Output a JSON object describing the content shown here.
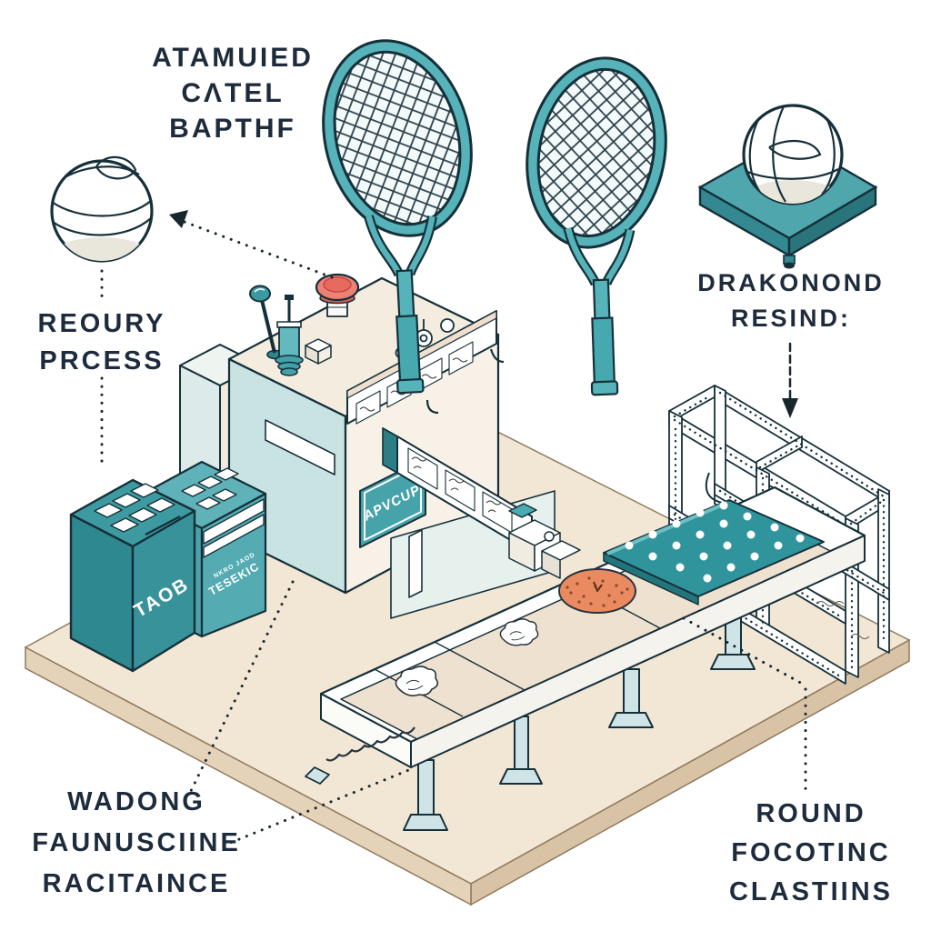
{
  "scene": {
    "labels": {
      "atamuied": {
        "line1": "ATAMUIED",
        "line2": "CΛTEL",
        "line3": "BAPTHF"
      },
      "reoury": {
        "line1": "REOURY",
        "line2": "PRCESS"
      },
      "drakonond": {
        "line1": "DRAKONOND",
        "line2": "RESIND:"
      },
      "wadong": {
        "line1": "WADONG",
        "line2": "FAUNUSCIINE",
        "line3": "RACITAINCE"
      },
      "round": {
        "line1": "ROUND",
        "line2": "FOCOTINC",
        "line3": "CLASTIINS"
      }
    },
    "machine": {
      "cabinet_front_label": "TAOB",
      "cabinet_back_label": "TESEKIC",
      "cabinet_back_small_label": "NKRO JAOD",
      "sign_label": "APVCUP"
    },
    "icons": [
      "volleyball",
      "tennis-racket",
      "conveyor-table",
      "shelf-rack",
      "factory-machine"
    ],
    "colors": {
      "teal": "#4fb0b6",
      "teal_dark": "#2e8890",
      "mat_teal": "#2f949b",
      "ink": "#16303a",
      "text": "#1d2b3c",
      "floor": "#f2e6d4",
      "floor_edge": "#d9c3a6",
      "cream": "#f3ecdf",
      "pale_blue": "#cfe4e6",
      "orange": "#ea8a61",
      "red_button": "#ee8176"
    }
  }
}
